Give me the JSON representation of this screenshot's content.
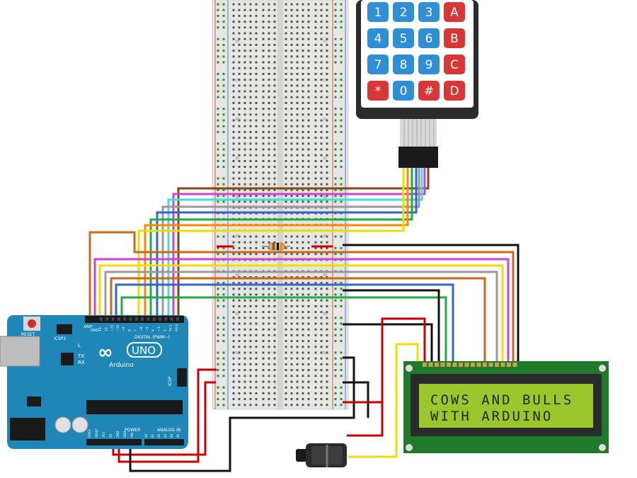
{
  "breadboard": {
    "row_numbers": [
      "10",
      "15",
      "20",
      "25",
      "30",
      "35",
      "40",
      "45",
      "50"
    ]
  },
  "keypad": {
    "keys": [
      {
        "label": "1",
        "color": "#2f8fd6"
      },
      {
        "label": "2",
        "color": "#2f8fd6"
      },
      {
        "label": "3",
        "color": "#2f8fd6"
      },
      {
        "label": "A",
        "color": "#d93636"
      },
      {
        "label": "4",
        "color": "#2f8fd6"
      },
      {
        "label": "5",
        "color": "#2f8fd6"
      },
      {
        "label": "6",
        "color": "#2f8fd6"
      },
      {
        "label": "B",
        "color": "#d93636"
      },
      {
        "label": "7",
        "color": "#2f8fd6"
      },
      {
        "label": "8",
        "color": "#2f8fd6"
      },
      {
        "label": "9",
        "color": "#2f8fd6"
      },
      {
        "label": "C",
        "color": "#d93636"
      },
      {
        "label": "*",
        "color": "#d93636"
      },
      {
        "label": "0",
        "color": "#2f8fd6"
      },
      {
        "label": "#",
        "color": "#d93636"
      },
      {
        "label": "D",
        "color": "#d93636"
      }
    ]
  },
  "lcd": {
    "line1": "COWS AND BULLS",
    "line2": "WITH ARDUINO"
  },
  "arduino": {
    "reset_label": "RESET",
    "icsp2_label": "ICSP2",
    "icsp_label": "ICSP",
    "tx_label": "TX",
    "rx_label": "RX",
    "l_label": "L",
    "aref_label": "AREF",
    "gnd_label": "GND",
    "digital_label": "DIGITAL (PWM~)",
    "power_label": "POWER",
    "analog_label": "ANALOG IN",
    "logo_text": "∞",
    "uno_text": "UNO",
    "brand_text": "Arduino",
    "pin_labels": [
      "13",
      "12",
      "~11",
      "~10",
      "~9",
      "8",
      "7",
      "~6",
      "~5",
      "4",
      "~3",
      "2",
      "TX 1",
      "RX 0"
    ],
    "power_pins": [
      "IOREF",
      "RESET",
      "3V3",
      "5V",
      "GND",
      "GND",
      "VIN"
    ],
    "analog_pins": [
      "A0",
      "A1",
      "A2",
      "A3",
      "A4",
      "A5"
    ]
  },
  "colors": {
    "arduino_board": "#1f86b8",
    "lcd_board": "#1f7a2c",
    "lcd_screen": "#9bc62c",
    "keypad_body": "#2b2b2b",
    "breadboard": "#e8e8e4"
  },
  "wires": [
    {
      "color": "#8b4513"
    },
    {
      "color": "#cc44cc"
    },
    {
      "color": "#44dddd"
    },
    {
      "color": "#999999"
    },
    {
      "color": "#3366cc"
    },
    {
      "color": "#22aa44"
    },
    {
      "color": "#ff8800"
    },
    {
      "color": "#eedd00"
    },
    {
      "color": "#cc0000"
    },
    {
      "color": "#111111"
    }
  ]
}
